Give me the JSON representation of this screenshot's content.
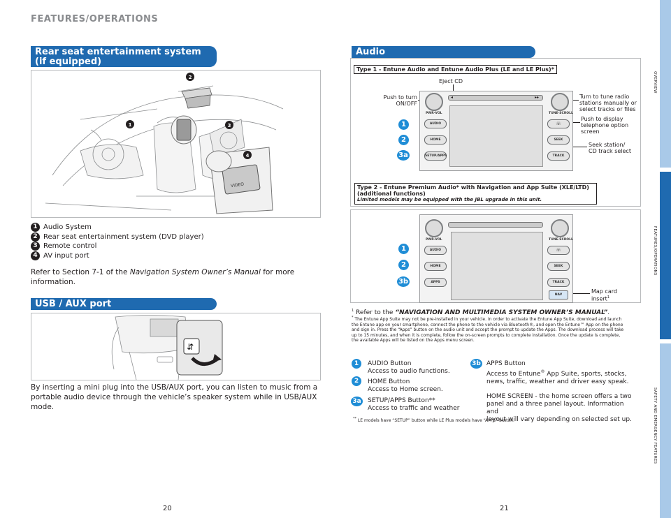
{
  "header": {
    "title": "FEATURES/OPERATIONS"
  },
  "rear": {
    "title_line1": "Rear seat entertainment system",
    "title_line2": "(if equipped)",
    "items": [
      {
        "num": "1",
        "label": "Audio System"
      },
      {
        "num": "2",
        "label": "Rear seat entertainment system (DVD player)"
      },
      {
        "num": "3",
        "label": "Remote control"
      },
      {
        "num": "4",
        "label": "AV input port"
      }
    ],
    "refer_pre": "Refer to Section 7-1 of the ",
    "refer_italic": "Navigation System Owner’s Manual",
    "refer_post": " for more information.",
    "video_label": "VIDEO"
  },
  "usb": {
    "title": "USB / AUX port",
    "body": "By inserting a mini plug into the USB/AUX port, you can listen to music from a portable audio device through the vehicle’s speaker system while in USB/AUX mode."
  },
  "audio": {
    "title": "Audio",
    "type1": "Type 1 - Entune Audio and Entune Audio Plus (LE and LE Plus)*",
    "eject": "Eject CD",
    "push_turn_1": "Push to turn",
    "push_turn_2": "ON/OFF",
    "turn_tune_1": "Turn to tune radio",
    "turn_tune_2": "stations manually or",
    "turn_tune_3": "select tracks or files",
    "push_display_1": "Push to display",
    "push_display_2": "telephone option",
    "push_display_3": "screen",
    "seek_1": "Seek station/",
    "seek_2": "CD track select",
    "type2_line1": "Type 2 - Entune Premium Audio* with Navigation and App Suite (XLE/LTD)",
    "type2_line2": "(additional functions)",
    "type2_line3": "Limited models may be equipped with the JBL upgrade in this unit.",
    "map_1": "Map card",
    "map_2": "insert",
    "map_sup": "1",
    "hu": {
      "pwr": "PWR·VOL",
      "tune": "TUNE·SCROLL",
      "audio": "AUDIO",
      "home": "HOME",
      "setup": "SETUP/APPS",
      "apps": "APPS",
      "seek": "SEEK",
      "track": "TRACK",
      "nav": "NAV",
      "phone": "☏"
    },
    "badges": {
      "b1": "1",
      "b2": "2",
      "b3a": "3a",
      "b3b": "3b"
    },
    "ref_sup": "1",
    "ref_pre": "Refer to the ",
    "ref_italic": "“NAVIGATION AND MULTIMEDIA SYSTEM OWNER’S MANUAL”",
    "ref_post": ".",
    "note_star": "*",
    "note": "The Entune App Suite may not be pre-installed in your vehicle. In order to activate the Entune App Suite, download and launch the Entune app on your smartphone, connect the phone to the vehicle via Bluetooth®, and open the Entune™ App on the phone and sign in. Press the “Apps” button on the audio unit and accept the prompt to update the Apps. The download process will take up to 15 minutes, and when it is complete, follow the on-screen prompts to complete installation. Once the update is complete, the available Apps will be listed on the Apps menu screen.",
    "desc": {
      "audio_t": "AUDIO Button",
      "audio_d": "Access to audio functions.",
      "home_t": "HOME Button",
      "home_d": "Access to Home screen.",
      "setup_t": "SETUP/APPS Button**",
      "setup_d": "Access to traffic and weather",
      "apps_t": "APPS Button",
      "apps_d1_pre": "Access to Entune",
      "apps_d1_sup": "®",
      "apps_d1_post": " App Suite, sports, stocks,",
      "apps_d2": "news, traffic, weather and driver easy speak.",
      "homescr_1": "HOME SCREEN - the home screen offers a two",
      "homescr_2": "panel and a three panel layout. Information and",
      "homescr_3": "layout will vary depending on selected set up."
    },
    "footnote_star": "**",
    "footnote": "LE models have “SETUP” button while LE Plus models have “APPS” button."
  },
  "tabs": {
    "t1": "OVERVIEW",
    "t2": "FEATURES/OPERATIONS",
    "t3": "SAFETY AND EMERGENCY FEATURES"
  },
  "pages": {
    "left": "20",
    "right": "21"
  }
}
